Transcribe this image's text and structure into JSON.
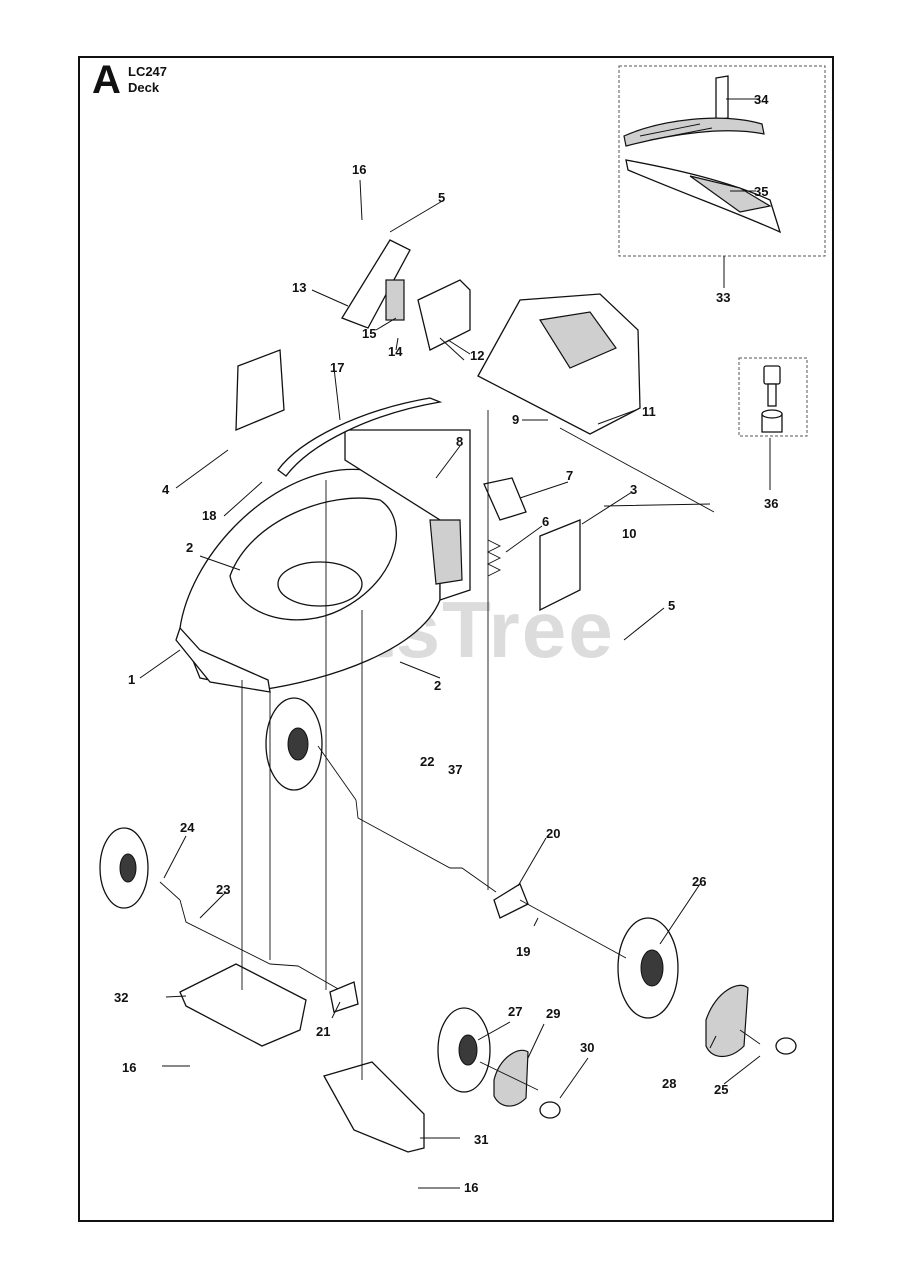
{
  "header": {
    "section_letter": "A",
    "model_code": "LC247",
    "section_name": "Deck"
  },
  "watermark": "PartsTree",
  "callouts": [
    "1",
    "2",
    "2",
    "3",
    "4",
    "5",
    "5",
    "6",
    "7",
    "8",
    "9",
    "10",
    "11",
    "12",
    "13",
    "14",
    "15",
    "16",
    "16",
    "16",
    "17",
    "18",
    "19",
    "20",
    "21",
    "22",
    "23",
    "24",
    "25",
    "26",
    "27",
    "28",
    "29",
    "30",
    "31",
    "32",
    "33",
    "34",
    "35",
    "36",
    "37"
  ],
  "colors": {
    "line": "#111111",
    "watermark": "#dcdcdc",
    "background": "#ffffff"
  }
}
